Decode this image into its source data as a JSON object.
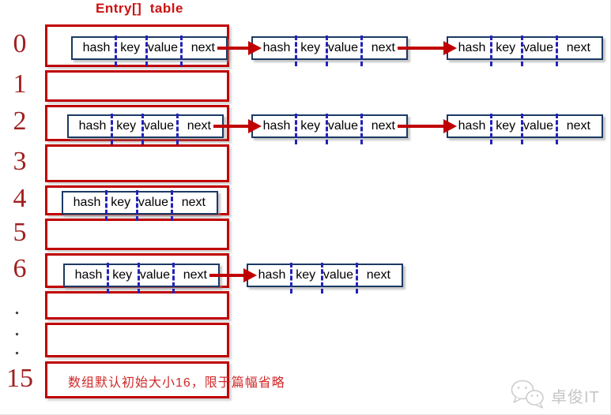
{
  "title": "Entry[]  table",
  "array": {
    "indices": [
      "0",
      "1",
      "2",
      "3",
      "4",
      "5",
      "6",
      "15"
    ],
    "ellipsis": [
      ".",
      ".",
      "."
    ],
    "note": "数组默认初始大小16，限于篇幅省略"
  },
  "entry_node": {
    "fields": [
      "hash",
      "key",
      "value",
      "next"
    ]
  },
  "chains": [
    {
      "bucket": 0,
      "length": 3
    },
    {
      "bucket": 2,
      "length": 3
    },
    {
      "bucket": 4,
      "length": 1
    },
    {
      "bucket": 6,
      "length": 2
    }
  ],
  "watermark": {
    "icon": "wechat-icon",
    "label": "卓俊IT"
  },
  "colors": {
    "red": "#c00000",
    "title_red": "#cc1111",
    "index_red": "#a02020",
    "note_red": "#d02828",
    "navy": "#1b3a63",
    "dash_blue": "#2323bb",
    "dot_gray": "#3c3c3c",
    "watermark_gray": "#c5c5c5"
  }
}
